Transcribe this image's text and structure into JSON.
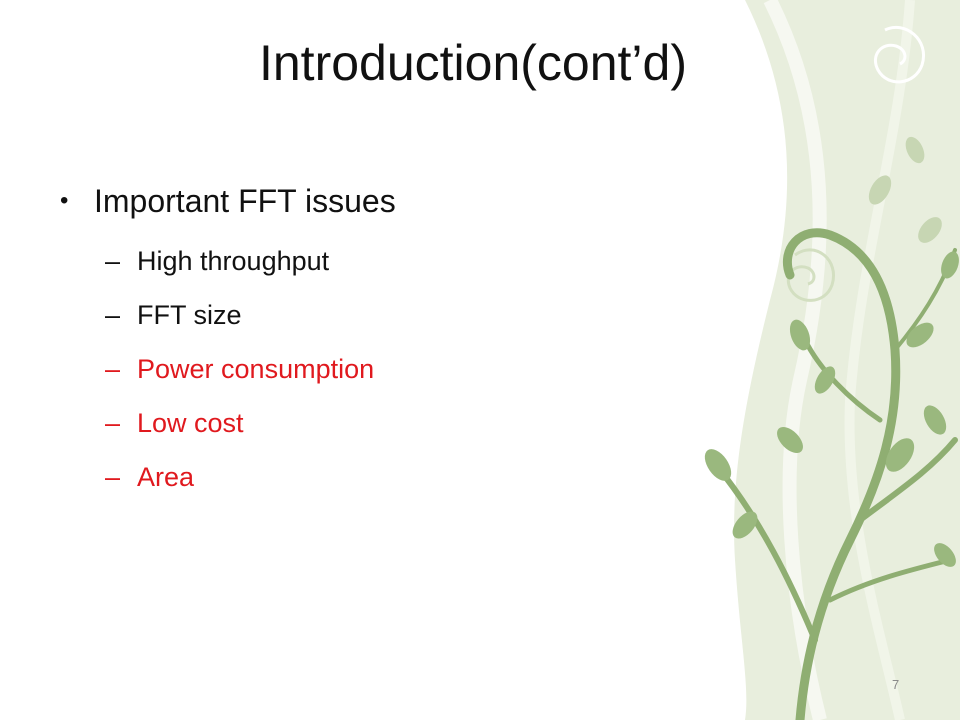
{
  "slide": {
    "title": "Introduction(cont’d)",
    "bullet_glyph": "•",
    "dash_glyph": "–",
    "main_bullet": "Important FFT issues",
    "sub_items": [
      {
        "text": "High throughput",
        "color": "#111111"
      },
      {
        "text": "FFT size",
        "color": "#111111"
      },
      {
        "text": "Power consumption",
        "color": "#e0191e"
      },
      {
        "text": "Low cost",
        "color": "#e0191e"
      },
      {
        "text": "Area",
        "color": "#e0191e"
      }
    ],
    "page_number": "7"
  },
  "colors": {
    "panel": "#e8eedd",
    "vine": "#8fae72",
    "swirl": "#ffffff",
    "highlight": "#e0191e"
  },
  "icons": {
    "decor": "vine-illustration"
  }
}
